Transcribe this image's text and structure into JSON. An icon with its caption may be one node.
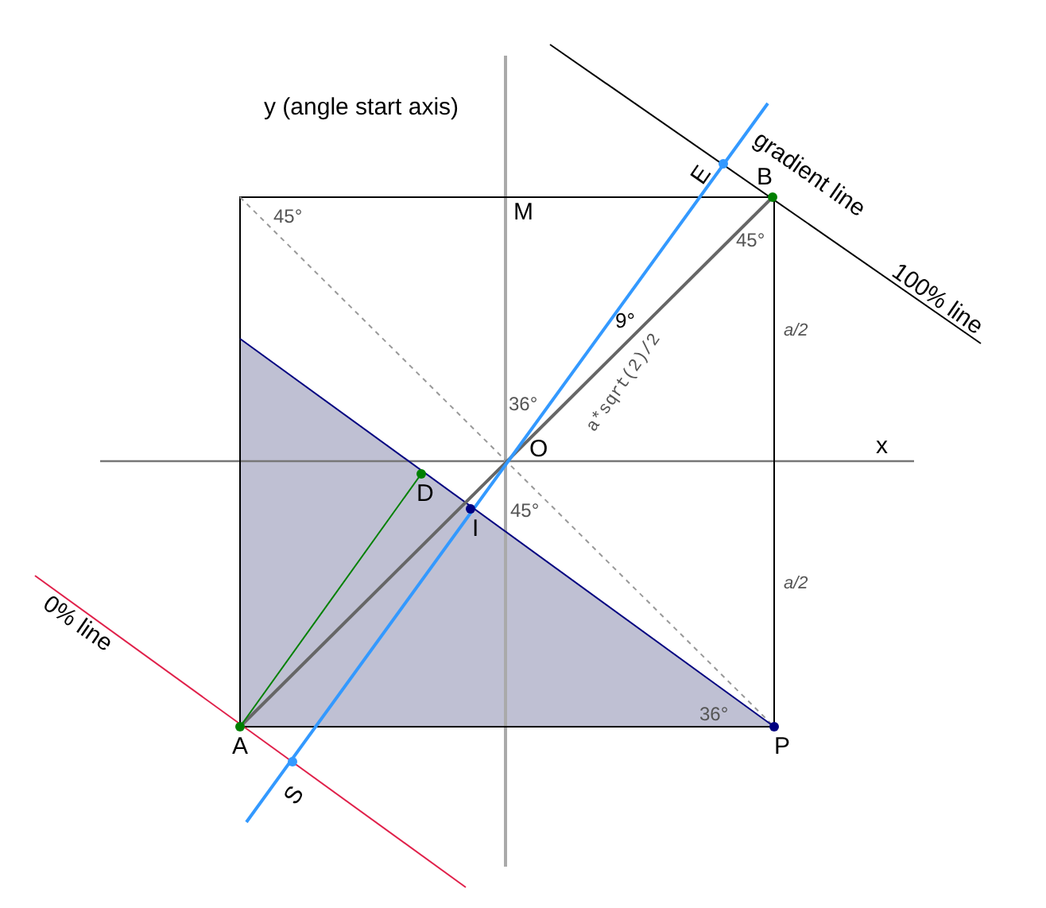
{
  "diagram": {
    "labels": [
      "y (angle start axis)",
      "x",
      "45°",
      "M",
      "E",
      "B",
      "gradient line",
      "45°",
      "100% line",
      "9°",
      "a*sqrt(2)/2",
      "a/2",
      "36°",
      "O",
      "D",
      "45°",
      "I",
      "a/2",
      "0% line",
      "36°",
      "A",
      "P",
      "S"
    ]
  }
}
